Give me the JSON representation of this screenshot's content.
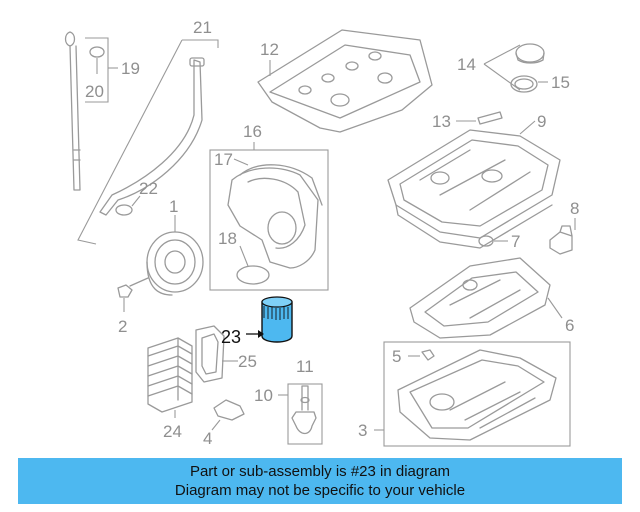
{
  "diagram": {
    "callouts": {
      "c1": "1",
      "c2": "2",
      "c3": "3",
      "c4": "4",
      "c5": "5",
      "c6": "6",
      "c7": "7",
      "c8": "8",
      "c9": "9",
      "c10": "10",
      "c11": "11",
      "c12": "12",
      "c13": "13",
      "c14": "14",
      "c15": "15",
      "c16": "16",
      "c17": "17",
      "c18": "18",
      "c19": "19",
      "c20": "20",
      "c21": "21",
      "c22": "22",
      "c23": "23",
      "c24": "24",
      "c25": "25"
    },
    "highlight_color": "#4db8f0",
    "line_color": "#9a9a9a"
  },
  "banner": {
    "line1": "Part or sub-assembly is #23 in diagram",
    "line2": "Diagram may not be specific to your vehicle",
    "background": "#4db8f0"
  }
}
